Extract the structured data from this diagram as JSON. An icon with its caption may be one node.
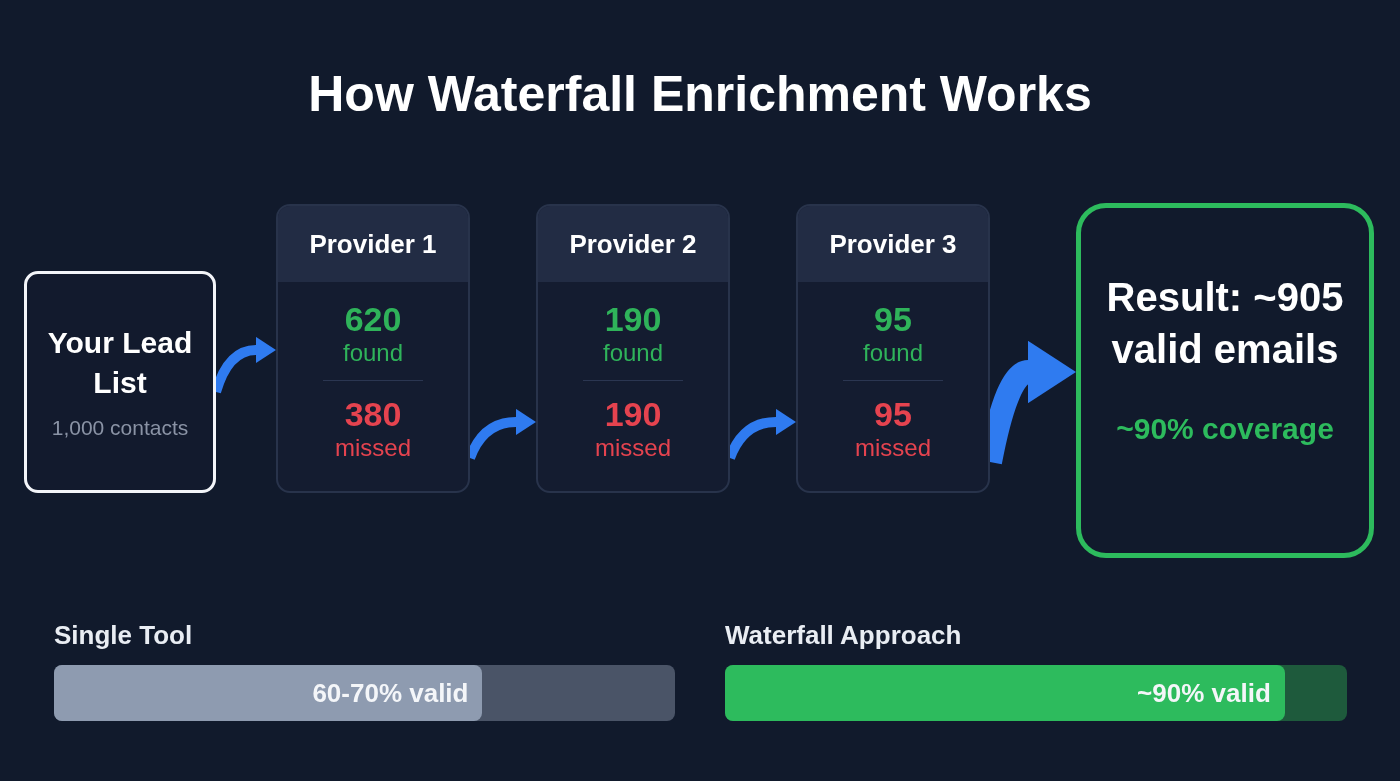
{
  "diagram": {
    "title": "How Waterfall Enrichment Works",
    "nodes": [
      {
        "text": [
          "Your Lead List",
          "1,000 contacts"
        ]
      },
      {
        "text": [
          "Provider 1",
          "**620** found",
          "**380** missed"
        ]
      },
      {
        "text": [
          "Provider 2",
          "**190** found",
          "**190** missed"
        ]
      },
      {
        "text": [
          "Provider 3",
          "**95** found",
          "**95** missed"
        ]
      },
      {
        "text": [
          "Result: ~905 valid emails",
          "~90% coverage"
        ]
      },
      {
        "text": [
          "Single Tool",
          "60-70% valid"
        ]
      },
      {
        "text": [
          "Waterfall Approach",
          "~90% valid"
        ]
      }
    ],
    "edges": [
      {
        "from": 0,
        "to": 1,
        "arrow": "to"
      },
      {
        "from": 1,
        "to": 2,
        "arrow": "to"
      },
      {
        "from": 2,
        "to": 3,
        "arrow": "to"
      },
      {
        "from": 3,
        "to": 4,
        "arrow": "to",
        "style": "thick"
      }
    ]
  }
}
